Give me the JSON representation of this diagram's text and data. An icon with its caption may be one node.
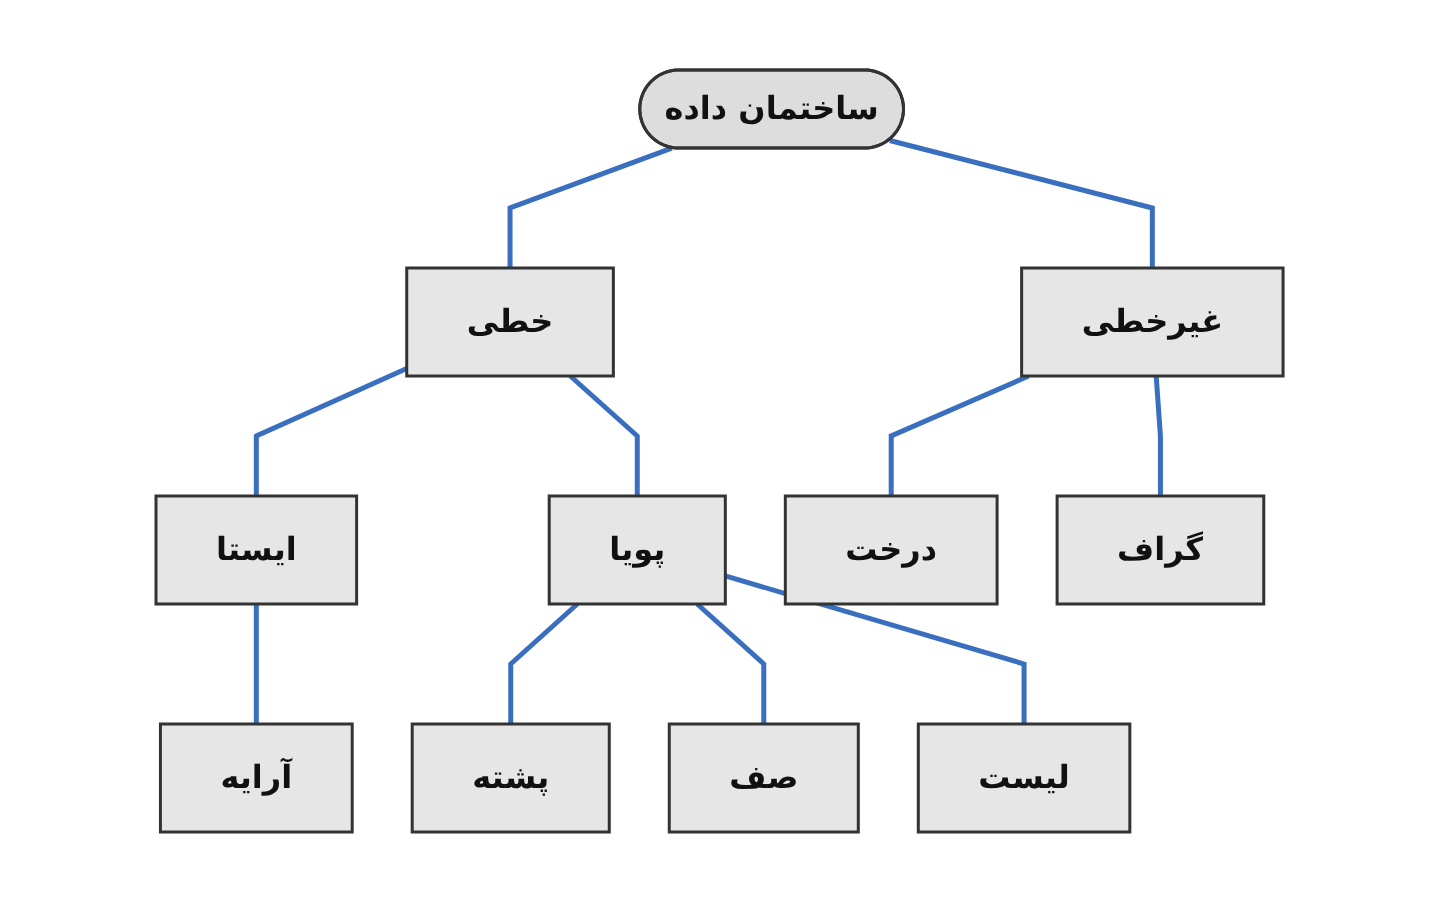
{
  "diagram": {
    "nodes": [
      {
        "text": [
          "ساختمان داده"
        ]
      },
      {
        "text": [
          "خطی"
        ]
      },
      {
        "text": [
          "غیرخطی"
        ]
      },
      {
        "text": [
          "ایستا"
        ]
      },
      {
        "text": [
          "پویا"
        ]
      },
      {
        "text": [
          "درخت"
        ]
      },
      {
        "text": [
          "گراف"
        ]
      },
      {
        "text": [
          "آرایه"
        ]
      },
      {
        "text": [
          "پشته"
        ]
      },
      {
        "text": [
          "صف"
        ]
      },
      {
        "text": [
          "لیست"
        ]
      }
    ],
    "edges": [
      {
        "from": 0,
        "to": 1,
        "arrow": "none"
      },
      {
        "from": 0,
        "to": 2,
        "arrow": "none"
      },
      {
        "from": 1,
        "to": 3,
        "arrow": "none"
      },
      {
        "from": 1,
        "to": 4,
        "arrow": "none"
      },
      {
        "from": 2,
        "to": 5,
        "arrow": "none"
      },
      {
        "from": 2,
        "to": 6,
        "arrow": "none"
      },
      {
        "from": 3,
        "to": 7,
        "arrow": "none"
      },
      {
        "from": 4,
        "to": 8,
        "arrow": "none"
      },
      {
        "from": 4,
        "to": 9,
        "arrow": "none"
      },
      {
        "from": 4,
        "to": 10,
        "arrow": "none"
      }
    ]
  }
}
